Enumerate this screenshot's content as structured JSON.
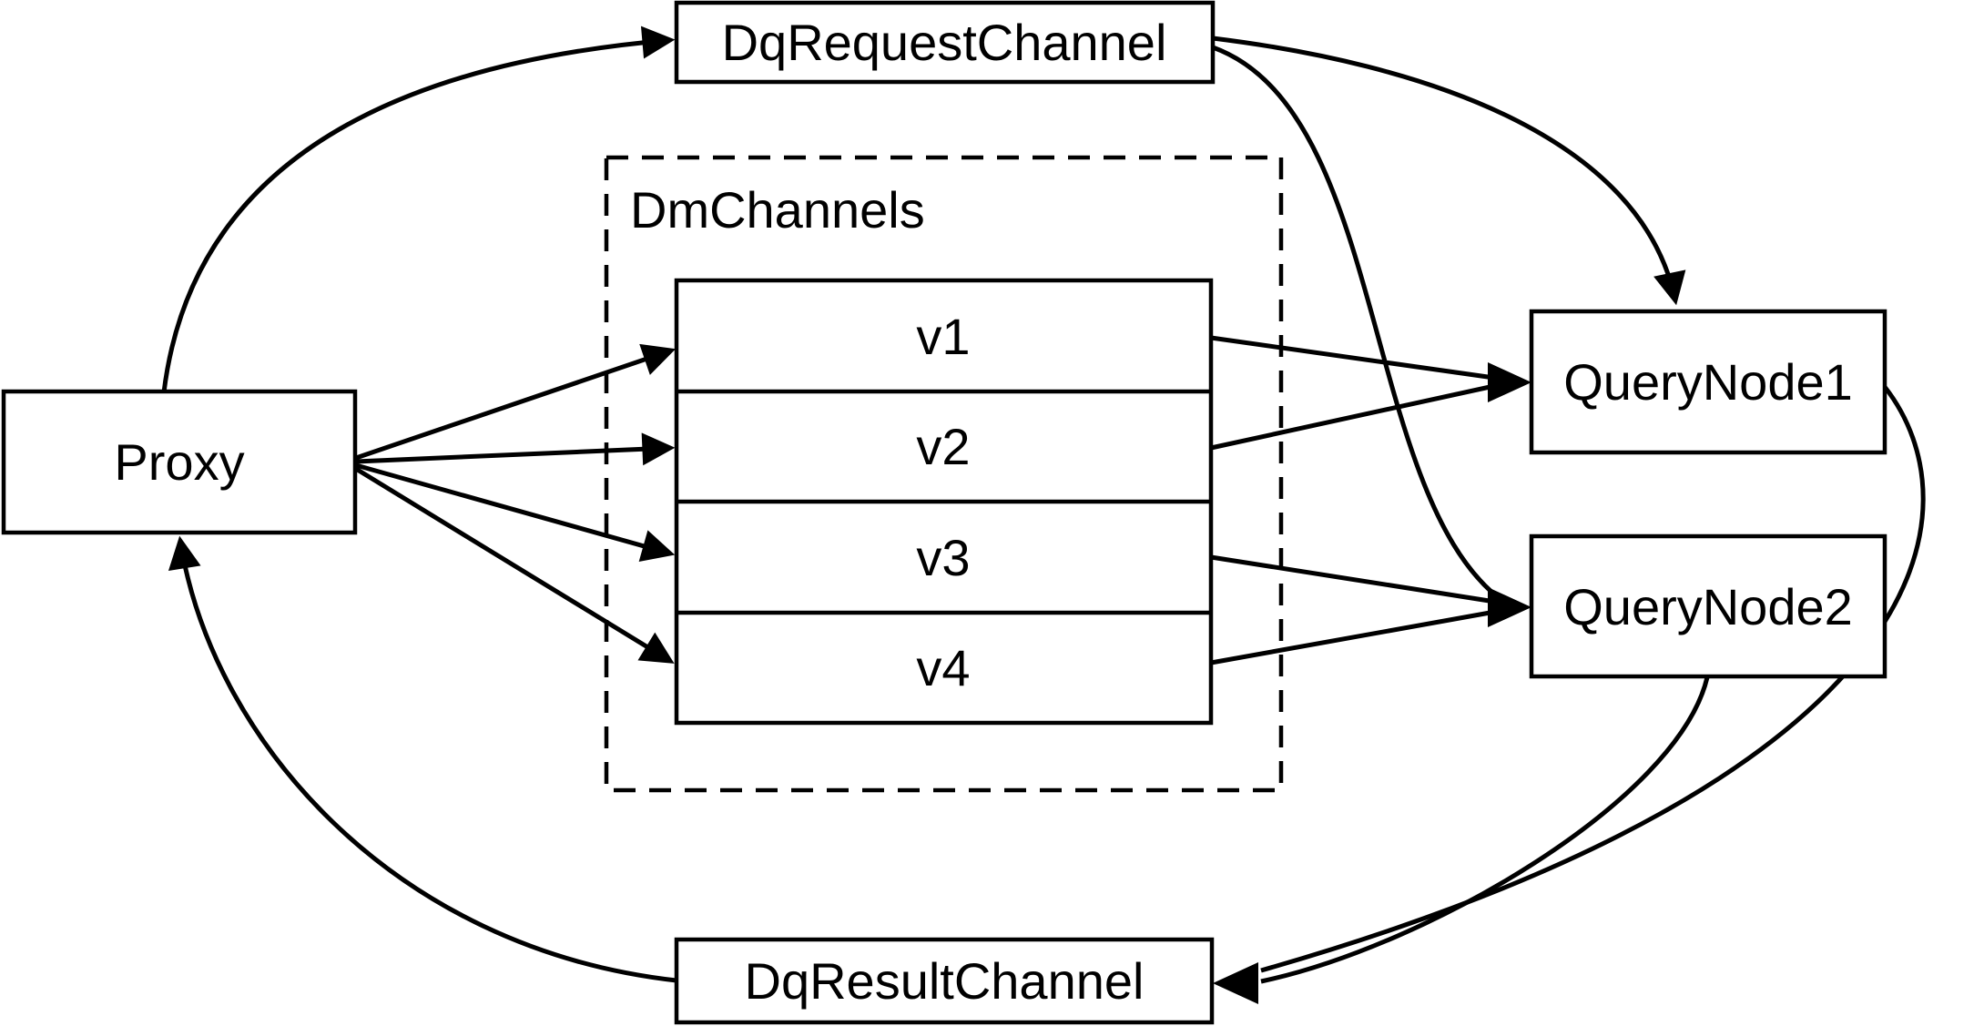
{
  "diagram": {
    "background_color": "#ffffff",
    "stroke_color": "#000000",
    "nodes": {
      "proxy": {
        "label": "Proxy"
      },
      "dq_request_channel": {
        "label": "DqRequestChannel"
      },
      "dm_channels_group": {
        "label": "DmChannels"
      },
      "channels": [
        {
          "label": "v1"
        },
        {
          "label": "v2"
        },
        {
          "label": "v3"
        },
        {
          "label": "v4"
        }
      ],
      "query_node_1": {
        "label": "QueryNode1"
      },
      "query_node_2": {
        "label": "QueryNode2"
      },
      "dq_result_channel": {
        "label": "DqResultChannel"
      }
    }
  }
}
